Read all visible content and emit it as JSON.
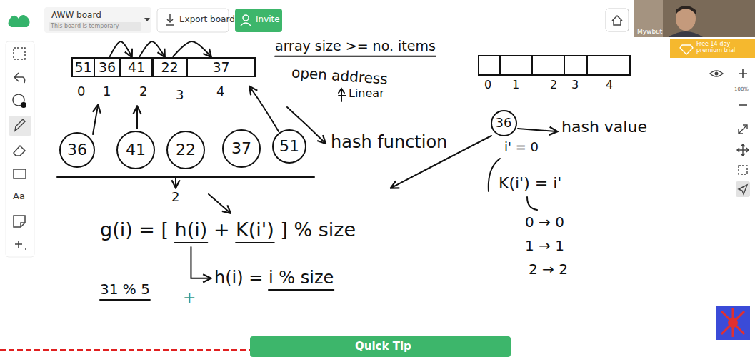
{
  "diagram": {
    "nodes": [
      {
        "text": [
          "51"
        ]
      },
      {
        "text": [
          "36"
        ]
      },
      {
        "text": [
          "41"
        ]
      },
      {
        "text": [
          "22"
        ]
      },
      {
        "text": [
          "37"
        ]
      },
      {
        "text": [
          "36"
        ]
      },
      {
        "text": [
          "41"
        ]
      },
      {
        "text": [
          "22"
        ]
      },
      {
        "text": [
          "37"
        ]
      },
      {
        "text": [
          "51"
        ]
      },
      {
        "text": [
          "36"
        ]
      }
    ],
    "edges": [
      {
        "from": 1,
        "to": 2,
        "arrow": "to"
      },
      {
        "from": 2,
        "to": 3,
        "arrow": "to"
      },
      {
        "from": 3,
        "to": 4,
        "arrow": "to"
      }
    ],
    "labels": [
      "AWW board",
      "This board is temporary",
      "Export board",
      "Invite",
      "Mywbut",
      "Free 14-day premium trial",
      "100%",
      "Aa",
      "array size >= no. items",
      "open address",
      "Linear",
      "0",
      "1",
      "2",
      "3",
      "4",
      "hash function",
      "hash value",
      "i' = 0",
      "K(i') = i'",
      "0 → 0",
      "1 → 1",
      "2 → 2",
      "0",
      "1",
      "2",
      "3",
      "4",
      "2",
      "g(i) = [ h(i) + K(i') ] % size",
      "h(i) = i % size",
      "31 % 5",
      "+",
      "Quick Tip"
    ]
  }
}
